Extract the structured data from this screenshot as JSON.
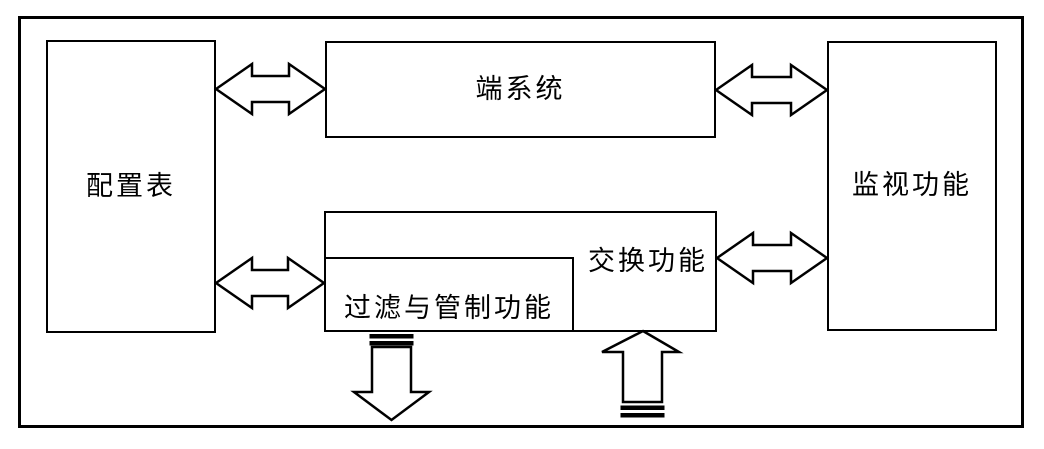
{
  "figure": {
    "background_color": "#ffffff",
    "line_color": "#000000",
    "boxes": {
      "config_table": {
        "label": "配置表"
      },
      "end_system": {
        "label": "端系统"
      },
      "monitor": {
        "label": "监视功能"
      },
      "switch": {
        "label": "交换功能"
      },
      "filter": {
        "label": "过滤与管制功能"
      }
    },
    "arrows": [
      {
        "name": "config-endsystem",
        "type": "double-headed-horizontal"
      },
      {
        "name": "endsystem-monitor",
        "type": "double-headed-horizontal"
      },
      {
        "name": "config-filter",
        "type": "double-headed-horizontal"
      },
      {
        "name": "switch-monitor",
        "type": "double-headed-horizontal"
      },
      {
        "name": "filter-outbound",
        "type": "block-arrow-down-striped-tail"
      },
      {
        "name": "switch-inbound",
        "type": "block-arrow-up-striped-tail"
      }
    ]
  }
}
